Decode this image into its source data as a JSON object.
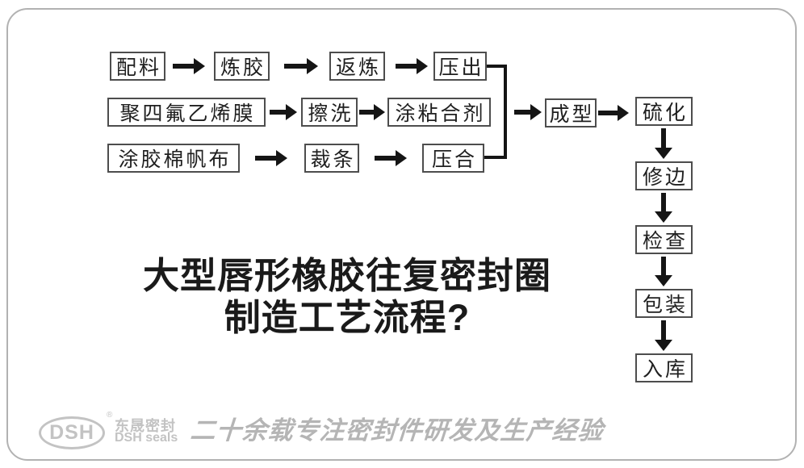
{
  "title": {
    "line1": "大型唇形橡胶往复密封圈",
    "line2": "制造工艺流程?"
  },
  "flow": {
    "row1": [
      "配料",
      "炼胶",
      "返炼",
      "压出"
    ],
    "row2": [
      "聚四氟乙烯膜",
      "擦洗",
      "涂粘合剂"
    ],
    "row3": [
      "涂胶棉帆布",
      "裁条",
      "压合"
    ],
    "merged": [
      "成型",
      "硫化"
    ],
    "chain": [
      "修边",
      "检查",
      "包装",
      "入库"
    ]
  },
  "footer": {
    "logo_text": "DSH",
    "registered_mark": "®",
    "brand_cn": "东晟密封",
    "brand_en": "DSH seals",
    "slogan": "二十余载专注密封件研发及生产经验"
  },
  "colors": {
    "box_border": "#4d4d4d",
    "box_text": "#1f1f1f",
    "arrow": "#151515",
    "title_text": "#1a1a1a",
    "footer_gray": "#c3c3c3",
    "slogan_gray": "#b5b5b5",
    "frame_border": "#b2b2b2",
    "background": "#ffffff"
  }
}
